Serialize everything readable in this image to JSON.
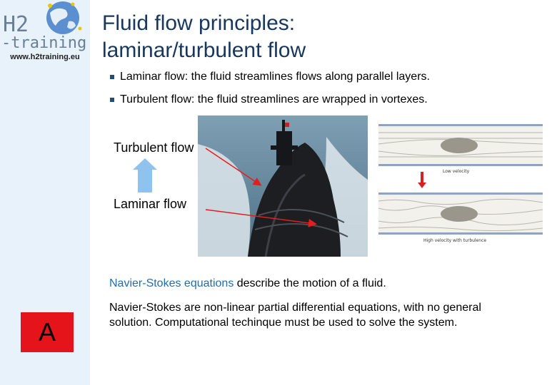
{
  "logo": {
    "name_top": "H2",
    "name_bottom": "-training",
    "url": "www.h2training.eu"
  },
  "title": {
    "line1": "Fluid flow principles:",
    "line2": "laminar/turbulent flow"
  },
  "bullets": [
    "Laminar flow: the fluid streamlines flows along parallel layers.",
    "Turbulent flow: the fluid streamlines are wrapped in vortexes."
  ],
  "figure": {
    "turbulent_label": "Turbulent flow",
    "laminar_label": "Laminar flow",
    "diagram_caption_top": "Low velocity",
    "diagram_caption_bottom": "High velocity with turbulence",
    "arrow_colors": {
      "annotation": "#e02020",
      "up_arrow": "#8fc3ee"
    }
  },
  "navier": {
    "link_text": "Navier-Stokes equations",
    "rest_text": " describe the motion of a fluid.",
    "paragraph": "Navier-Stokes are non-linear partial differential equations, with no general solution. Computational techinque must be used to solve the system."
  },
  "badge": {
    "letter": "A",
    "color": "#e5141b"
  }
}
